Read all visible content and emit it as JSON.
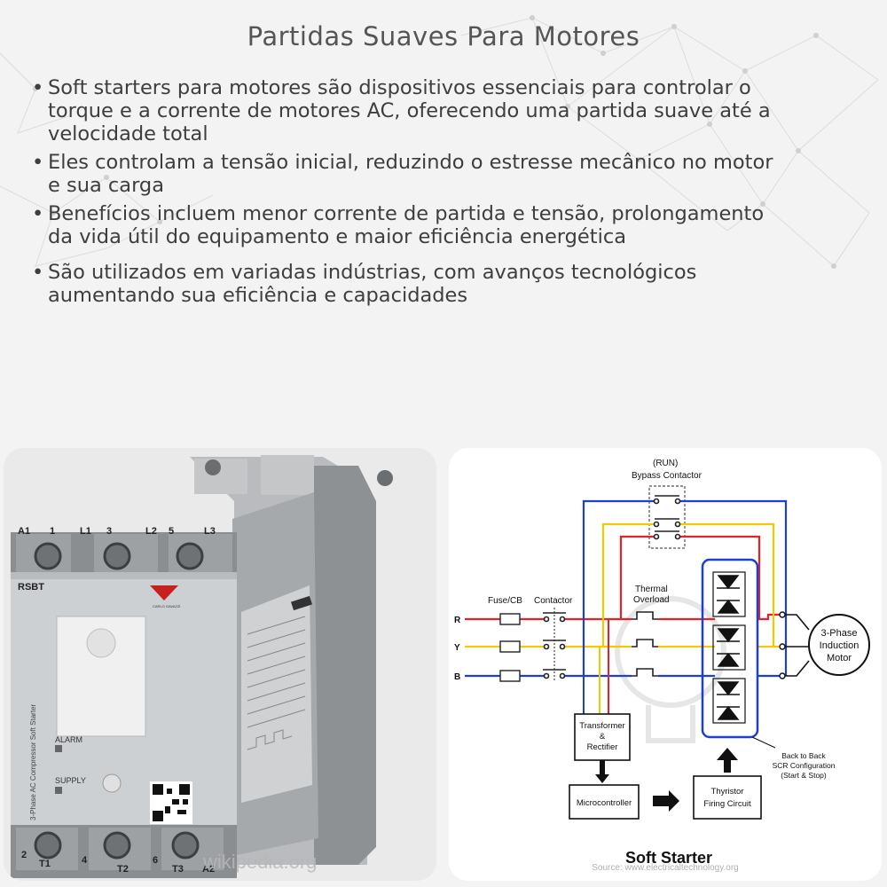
{
  "title": "Partidas Suaves Para Motores",
  "bullets": [
    {
      "lines": [
        "Soft starters para motores são dispositivos essenciais para controlar o",
        "torque e a corrente de motores AC, oferecendo uma partida suave até a",
        "velocidade total"
      ]
    },
    {
      "lines": [
        "Eles controlam a tensão inicial, reduzindo o estresse mecânico no motor",
        "e sua carga"
      ]
    },
    {
      "lines": [
        "Benefícios incluem menor corrente de partida e tensão, prolongamento",
        "da vida útil do equipamento e maior eficiência energética"
      ]
    },
    {
      "lines": [
        "São utilizados em variadas indústrias, com avanços tecnológicos",
        "aumentando sua eficiência e capacidades"
      ]
    }
  ],
  "device_photo": {
    "top_terminals": [
      "A1",
      "1",
      "L1",
      "3",
      "L2",
      "5",
      "L3"
    ],
    "bottom_terminals": [
      "2",
      "T1",
      "4",
      "T2",
      "6",
      "T3",
      "A2"
    ],
    "model": "RSBT",
    "brand": "CARLO GAVAZZI",
    "side_text": "3-Phase AC Compressor Soft Starter",
    "alarm_label": "ALARM",
    "supply_label": "SUPPLY",
    "watermark": "wikipedia.org"
  },
  "diagram": {
    "run_label": "(RUN)",
    "bypass_label": "Bypass Contactor",
    "fuse_label": "Fuse/CB",
    "contactor_label": "Contactor",
    "thermal_label_1": "Thermal",
    "thermal_label_2": "Overload",
    "phases": [
      "R",
      "Y",
      "B"
    ],
    "motor_label": [
      "3-Phase",
      "Induction",
      "Motor"
    ],
    "transformer_label": [
      "Transformer",
      "&",
      "Rectifier"
    ],
    "micro_label": "Microcontroller",
    "thyristor_label": [
      "Thyristor",
      "Firing Circuit"
    ],
    "scr_note": [
      "Back to Back",
      "SCR Configuration",
      "(Start & Stop)"
    ],
    "caption": "Soft Starter",
    "source": "Source: www.electricaltechnology.org",
    "colors": {
      "r": "#e8202a",
      "y": "#f5c800",
      "b": "#1f3fd0",
      "box": "#1f3fd0"
    }
  }
}
